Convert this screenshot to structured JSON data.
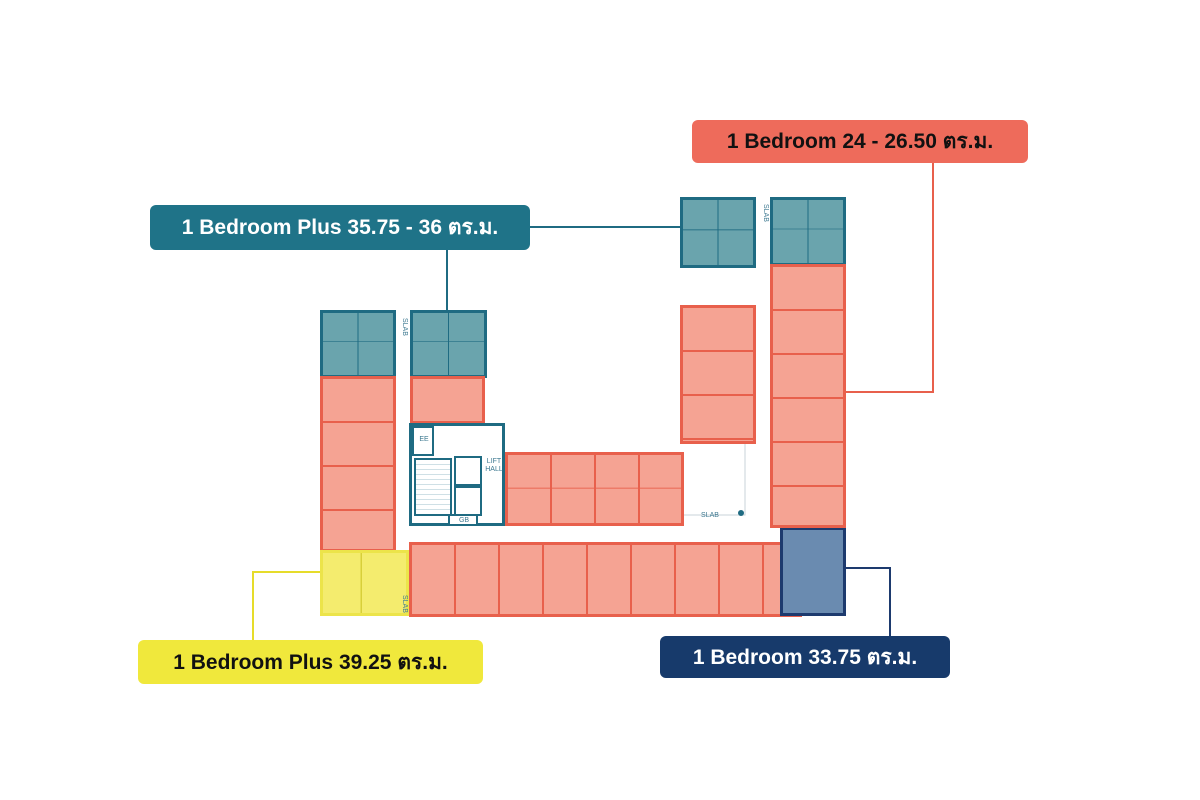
{
  "labels": {
    "one_bed_plus_teal": "1 Bedroom Plus 35.75 - 36 ตร.ม.",
    "one_bed_salmon": "1 Bedroom 24 - 26.50 ตร.ม.",
    "one_bed_plus_yellow": "1 Bedroom Plus 39.25 ตร.ม.",
    "one_bed_navy": "1 Bedroom 33.75 ตร.ม."
  },
  "plan_text": {
    "lift_hall": "LIFT HALL",
    "ee": "EE",
    "gb": "GB",
    "slab": "SLAB"
  },
  "colors": {
    "salmon": "#ee6b5b",
    "teal": "#1f7388",
    "yellow": "#f0e83c",
    "navy": "#173a6b"
  }
}
